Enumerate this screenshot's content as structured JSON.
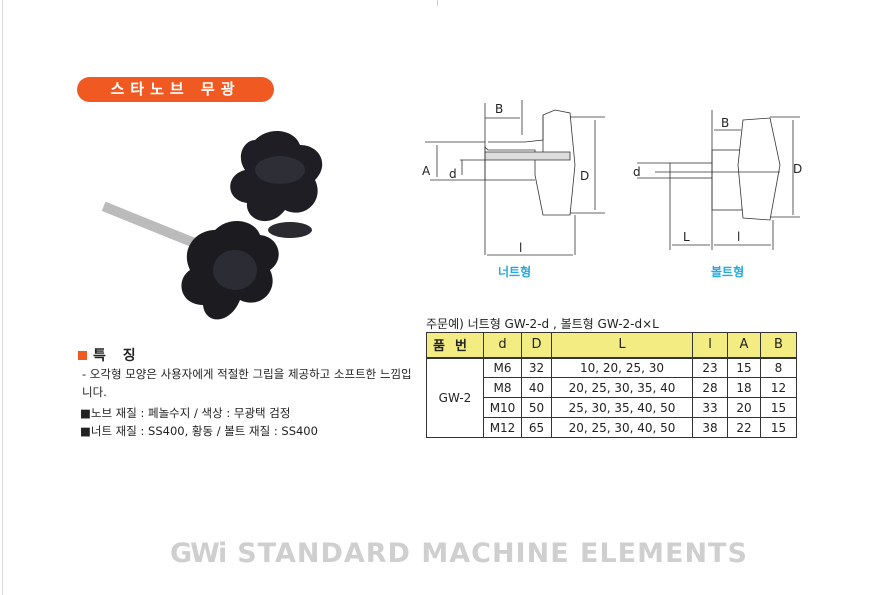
{
  "title": "스타노브 무광",
  "features": {
    "heading": "특 징",
    "description": "- 오각형 모양은 사용자에게 적절한 그립을 제공하고 소프트한 느낌입니다.",
    "material_knob": "■노브 재질 : 페놀수지 / 색상 : 무광택 검정",
    "material_nut": "■너트 재질 : SS400, 황동 / 볼트 재질 : SS400"
  },
  "diagrams": {
    "nut_caption": "너트형",
    "bolt_caption": "볼트형",
    "labels": {
      "A": "A",
      "B": "B",
      "D": "D",
      "d": "d",
      "l": "l",
      "L": "L"
    }
  },
  "order_example": "주문예) 너트형 GW-2-d , 볼트형 GW-2-d×L",
  "table": {
    "headers": [
      "품번",
      "d",
      "D",
      "L",
      "l",
      "A",
      "B"
    ],
    "model": "GW-2",
    "rows": [
      [
        "M6",
        "32",
        "10, 20, 25, 30",
        "23",
        "15",
        "8"
      ],
      [
        "M8",
        "40",
        "20, 25, 30, 35, 40",
        "28",
        "18",
        "12"
      ],
      [
        "M10",
        "50",
        "25, 30, 35, 40, 50",
        "33",
        "20",
        "15"
      ],
      [
        "M12",
        "65",
        "20, 25, 30, 40, 50",
        "38",
        "22",
        "15"
      ]
    ]
  },
  "footer": {
    "logo": "GWi",
    "text": "STANDARD MACHINE ELEMENTS"
  },
  "colors": {
    "accent": "#f05a22",
    "header_bg": "#f3ec82",
    "caption": "#29a9d9"
  }
}
